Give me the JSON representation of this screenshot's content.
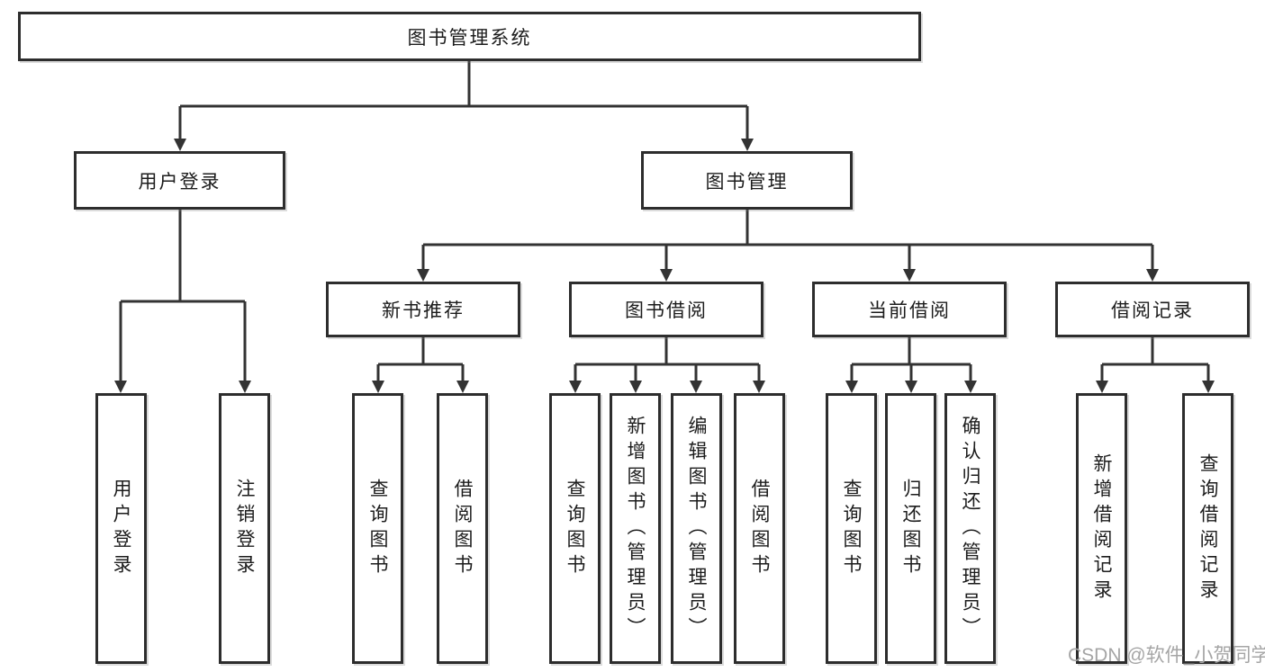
{
  "diagram": {
    "title": "图书管理系统",
    "nodes": {
      "root": "图书管理系统",
      "user_login": "用户登录",
      "book_mgmt": "图书管理",
      "new_books": "新书推荐",
      "book_borrow": "图书借阅",
      "current_borrow": "当前借阅",
      "borrow_records": "借阅记录",
      "leaf_user_login": "用户登录",
      "leaf_logout": "注销登录",
      "leaf_nb_query": "查询图书",
      "leaf_nb_borrow": "借阅图书",
      "leaf_bb_query": "查询图书",
      "leaf_bb_add": "新增图书（管理员）",
      "leaf_bb_edit": "编辑图书（管理员）",
      "leaf_bb_borrow": "借阅图书",
      "leaf_cb_query": "查询图书",
      "leaf_cb_return": "归还图书",
      "leaf_cb_confirm": "确认归还（管理员）",
      "leaf_br_add": "新增借阅记录",
      "leaf_br_query": "查询借阅记录"
    },
    "edges": [
      [
        "图书管理系统",
        "用户登录"
      ],
      [
        "图书管理系统",
        "图书管理"
      ],
      [
        "用户登录",
        "用户登录"
      ],
      [
        "用户登录",
        "注销登录"
      ],
      [
        "图书管理",
        "新书推荐"
      ],
      [
        "图书管理",
        "图书借阅"
      ],
      [
        "图书管理",
        "当前借阅"
      ],
      [
        "图书管理",
        "借阅记录"
      ],
      [
        "新书推荐",
        "查询图书"
      ],
      [
        "新书推荐",
        "借阅图书"
      ],
      [
        "图书借阅",
        "查询图书"
      ],
      [
        "图书借阅",
        "新增图书（管理员）"
      ],
      [
        "图书借阅",
        "编辑图书（管理员）"
      ],
      [
        "图书借阅",
        "借阅图书"
      ],
      [
        "当前借阅",
        "查询图书"
      ],
      [
        "当前借阅",
        "归还图书"
      ],
      [
        "当前借阅",
        "确认归还（管理员）"
      ],
      [
        "借阅记录",
        "新增借阅记录"
      ],
      [
        "借阅记录",
        "查询借阅记录"
      ]
    ]
  },
  "watermark": "CSDN @软件_小贺同学",
  "colors": {
    "line": "#333333",
    "border": "#2d2d2d",
    "text": "#1c1c1c",
    "watermark": "#a5a5a5",
    "background": "#ffffff"
  }
}
